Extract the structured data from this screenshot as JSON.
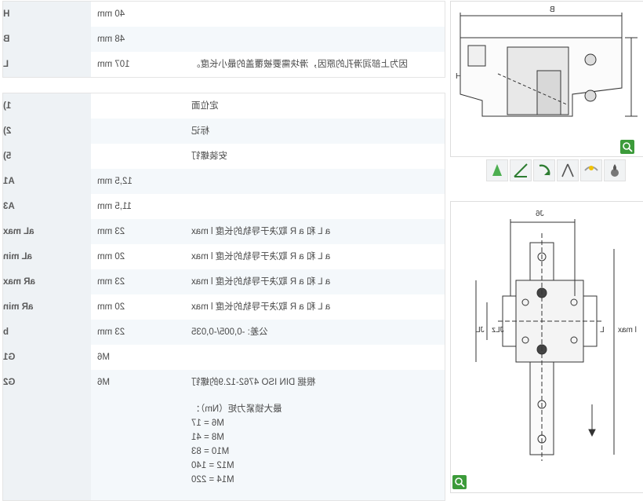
{
  "top_table": [
    {
      "key": "H",
      "value": "40  mm",
      "desc": ""
    },
    {
      "key": "B",
      "value": "48  mm",
      "desc": ""
    },
    {
      "key": "L",
      "value": "107  mm",
      "desc": "因为上部润滑孔的原因，滑块需要被覆盖的最小长度。"
    }
  ],
  "main_table": [
    {
      "key": "1)",
      "value": "",
      "desc": "定位面"
    },
    {
      "key": "2)",
      "value": "",
      "desc": "标记"
    },
    {
      "key": "5)",
      "value": "",
      "desc": "安装螺钉"
    },
    {
      "key": "A1",
      "value": "12,5  mm",
      "desc": ""
    },
    {
      "key": "A3",
      "value": "11,5  mm",
      "desc": ""
    },
    {
      "key": "aL max",
      "value": "23  mm",
      "desc": "a L 和 a R 取决于导轨的长度 l max"
    },
    {
      "key": "aL min",
      "value": "20  mm",
      "desc": "a L 和 a R 取决于导轨的长度 l max"
    },
    {
      "key": "aR max",
      "value": "23  mm",
      "desc": "a L 和 a R 取决于导轨的长度 l max"
    },
    {
      "key": "aR min",
      "value": "20  mm",
      "desc": "a L 和 a R 取决于导轨的长度 l max"
    },
    {
      "key": "b",
      "value": "23  mm",
      "desc": "公差: -0,005/-0,035"
    },
    {
      "key": "G1",
      "value": "M6",
      "desc": ""
    },
    {
      "key": "G2",
      "value": "M6",
      "desc": "根据 DIN ISO 4762-12.9的螺钉"
    }
  ],
  "torque_notes": [
    "最大锁紧力矩（Nm）：",
    "M6 = 17",
    "M8 = 41",
    "M10 = 83",
    "M12 = 140",
    "M14 = 220"
  ],
  "drawing_labels": {
    "top": {
      "width": "B",
      "height": "H"
    },
    "bottom": {
      "a": "J6",
      "b": "JL",
      "c": "JLz",
      "len": "L",
      "lmax": "l max"
    }
  },
  "icons": [
    "lubrication-icon",
    "temperature-icon",
    "rail-icon",
    "return-arrow-icon",
    "load-up-icon",
    "load-down-icon"
  ],
  "colors": {
    "zoom": "#3c9b3a",
    "key_bg": "#eef2f5",
    "alt_bg": "#f4f8fb"
  }
}
